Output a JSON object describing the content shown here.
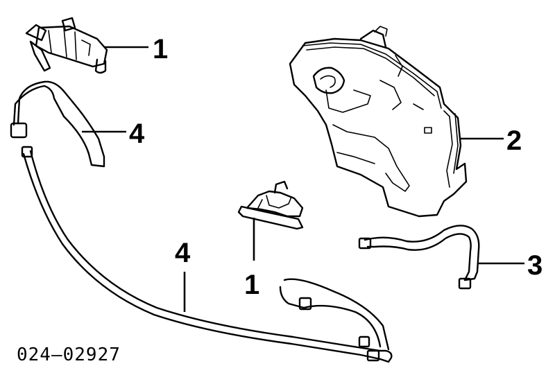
{
  "callouts": {
    "c1_top": "1",
    "c2": "2",
    "c3": "3",
    "c4_left": "4",
    "c4_middle": "4",
    "c1_middle": "1"
  },
  "part_number": "024—02927"
}
